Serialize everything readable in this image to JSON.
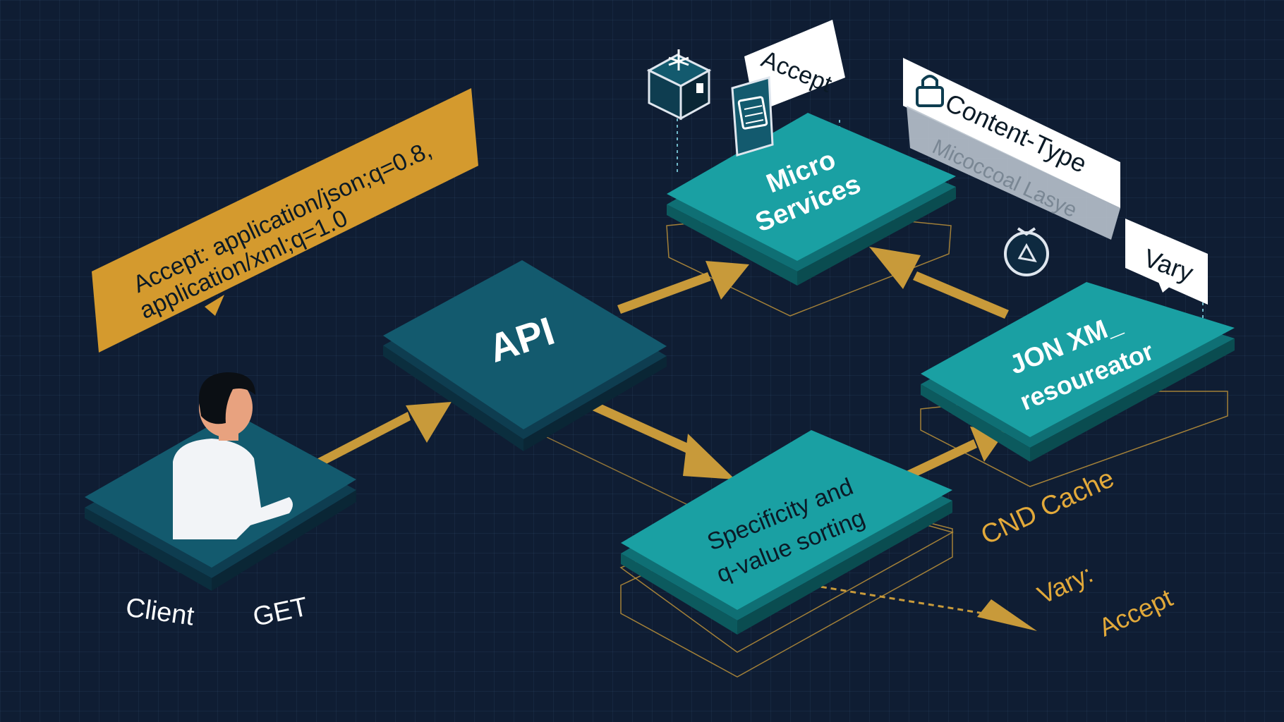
{
  "nodes": {
    "api": {
      "label": "API"
    },
    "micro": {
      "line1": "Micro",
      "line2": "Services"
    },
    "json": {
      "line1": "JON XM_",
      "line2": "resoureator"
    },
    "sort": {
      "line1": "Specificity and",
      "line2": "q-value sorting"
    },
    "client": {
      "label": "Client",
      "method": "GET"
    }
  },
  "callouts": {
    "accept_header": {
      "line1": "Accept: application/json;q=0.8,",
      "line2": "application/xml;q=1.0"
    },
    "accept_tag": "Accept",
    "content_type": {
      "label": "Content-Type",
      "ghost": "Micoccoal Lasye"
    },
    "vary_tag": "Vary",
    "cdn_cache": "CND Cache",
    "vary_accept": {
      "line1": "Vary:",
      "line2": "Accept"
    }
  },
  "icons": [
    "package-icon",
    "document-icon",
    "lock-icon",
    "stopwatch-icon",
    "user-icon"
  ],
  "colors": {
    "background": "#0f1d33",
    "teal": "#1aa0a3",
    "dark_teal": "#135a6e",
    "arrow": "#c89a3a",
    "callout_orange": "#d49a2e",
    "label_gold": "#e2a93a"
  }
}
